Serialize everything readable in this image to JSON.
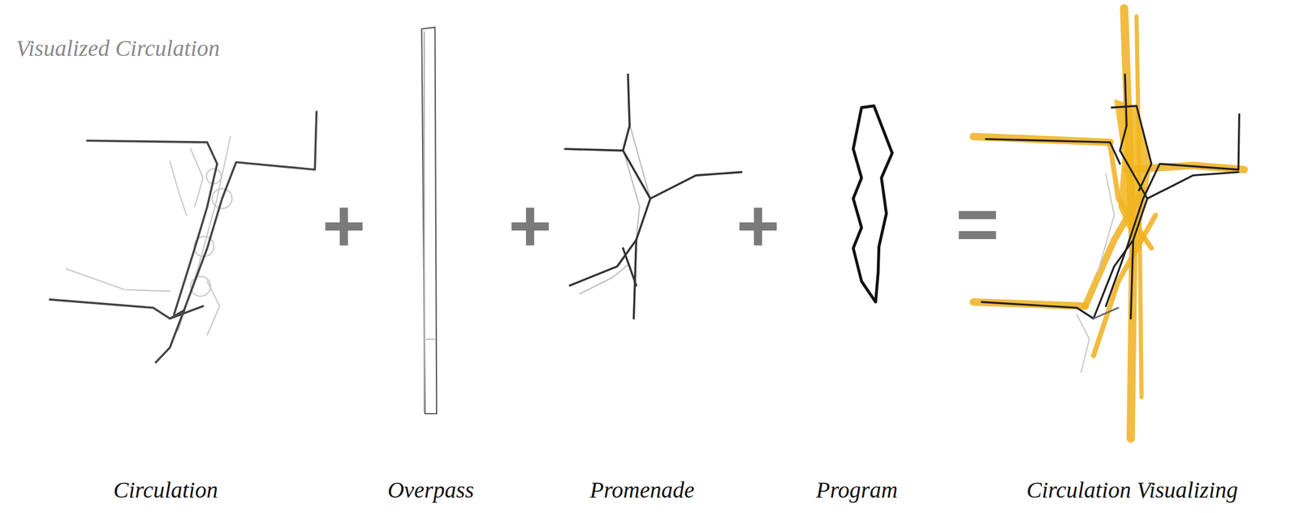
{
  "diagram": {
    "title": "Visualized Circulation",
    "labels": [
      "+",
      "+",
      "+",
      "=",
      "Circulation",
      "Overpass",
      "Promenade",
      "Program",
      "Circulation Visualizing"
    ]
  }
}
